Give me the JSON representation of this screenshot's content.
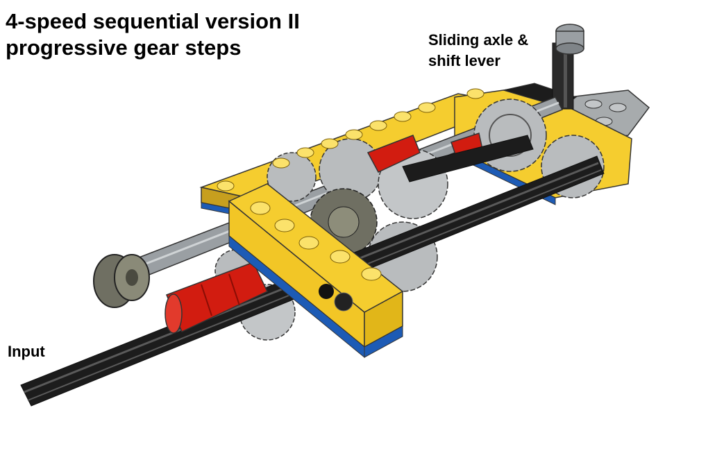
{
  "title": {
    "line1": "4-speed sequential version II",
    "line2": "progressive gear steps"
  },
  "annotations": {
    "lever_line1": "Sliding axle &",
    "lever_line2": "shift lever",
    "input": "Input"
  },
  "colors": {
    "beam_yellow": "#f5cd2f",
    "beam_dark": "#8a6d10",
    "plate_blue": "#1d5bb5",
    "connector_red": "#d21c10",
    "axle_black": "#1c1c1c",
    "axle_grey": "#9a9fa3",
    "gear_grey": "#b9bcbe",
    "gear_dark": "#6f6f62",
    "plate_grey": "#a7abad"
  }
}
